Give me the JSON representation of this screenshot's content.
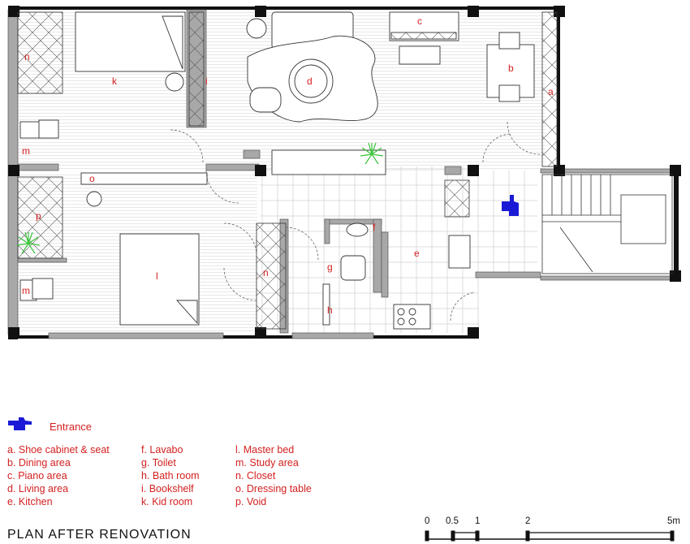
{
  "rooms": {
    "a": "a",
    "b": "b",
    "c": "c",
    "d": "d",
    "e": "e",
    "f": "f",
    "g": "g",
    "h": "h",
    "i": "i",
    "k": "k",
    "l": "l",
    "m1": "m",
    "m2": "m",
    "n1": "n",
    "n2": "n",
    "o": "o",
    "p": "p"
  },
  "entrance": {
    "label": "Entrance",
    "icon": "pointing-hand-icon",
    "color": "#1a1ad6"
  },
  "legend": {
    "col1": [
      "a. Shoe cabinet & seat",
      "b. Dining area",
      "c. Piano area",
      "d. Living area",
      "e. Kitchen"
    ],
    "col2": [
      "f. Lavabo",
      "g. Toilet",
      "h. Bath room",
      "i. Bookshelf",
      "k. Kid room"
    ],
    "col3": [
      "l. Master bed",
      "m. Study area",
      "n. Closet",
      "o. Dressing table",
      "p. Void"
    ]
  },
  "title": "PLAN AFTER RENOVATION",
  "scale": {
    "ticks": [
      "0",
      "0.5",
      "1",
      "2",
      "5m"
    ]
  },
  "colors": {
    "label": "#d42020",
    "wall": "#111111",
    "partition": "#a8a8a8",
    "plant": "#3bc43b"
  }
}
